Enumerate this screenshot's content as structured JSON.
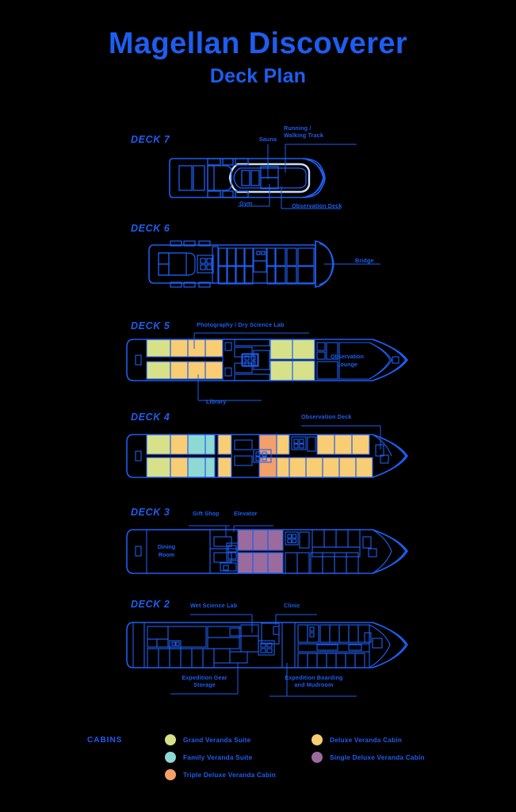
{
  "header": {
    "title": "Magellan Discoverer",
    "subtitle": "Deck Plan",
    "title_color": "#1d5ef0"
  },
  "theme": {
    "background": "#000000",
    "line": "#1d5ef0",
    "line_light": "#c8dcf5",
    "text": "#1d5ef0"
  },
  "decks": [
    {
      "id": "deck-7",
      "label": "DECK 7",
      "callouts": [
        {
          "name": "sauna",
          "text": "Sauna"
        },
        {
          "name": "running-walking-track",
          "text": "Running /\nWalking Track"
        },
        {
          "name": "gym",
          "text": "Gym"
        },
        {
          "name": "observation-deck",
          "text": "Observation Deck"
        }
      ]
    },
    {
      "id": "deck-6",
      "label": "DECK 6",
      "callouts": [
        {
          "name": "bridge",
          "text": "Bridge"
        }
      ]
    },
    {
      "id": "deck-5",
      "label": "DECK 5",
      "callouts": [
        {
          "name": "photography-dry-science-lab",
          "text": "Photography / Dry Science Lab"
        },
        {
          "name": "library",
          "text": "Library"
        },
        {
          "name": "observation-lounge",
          "text": "Observation\nLounge"
        }
      ]
    },
    {
      "id": "deck-4",
      "label": "DECK 4",
      "callouts": [
        {
          "name": "observation-deck",
          "text": "Observation Deck"
        }
      ]
    },
    {
      "id": "deck-3",
      "label": "DECK 3",
      "callouts": [
        {
          "name": "gift-shop",
          "text": "Gift Shop"
        },
        {
          "name": "elevator",
          "text": "Elevator"
        },
        {
          "name": "dining-room",
          "text": "Dining\nRoom"
        }
      ]
    },
    {
      "id": "deck-2",
      "label": "DECK 2",
      "callouts": [
        {
          "name": "wet-science-lab",
          "text": "Wet Science Lab"
        },
        {
          "name": "clinic",
          "text": "Clinic"
        },
        {
          "name": "expedition-gear-storage",
          "text": "Expedition Gear\nStorage"
        },
        {
          "name": "expedition-boarding-mudroom",
          "text": "Expedition Boarding\nand Mudroom"
        }
      ]
    }
  ],
  "legend": {
    "title": "CABINS",
    "column_1": [
      {
        "name": "grand-veranda-suite",
        "label": "Grand Veranda Suite",
        "color": "#d7e189"
      },
      {
        "name": "family-veranda-suite",
        "label": "Family Veranda Suite",
        "color": "#8fd9d3"
      },
      {
        "name": "triple-deluxe-veranda-cabin",
        "label": "Triple Deluxe Veranda Cabin",
        "color": "#f4a06a"
      }
    ],
    "column_2": [
      {
        "name": "deluxe-veranda-cabin",
        "label": "Deluxe Veranda Cabin",
        "color": "#f9cd73"
      },
      {
        "name": "single-deluxe-veranda-cabin",
        "label": "Single Deluxe Veranda Cabin",
        "color": "#9b6b9e"
      }
    ]
  }
}
